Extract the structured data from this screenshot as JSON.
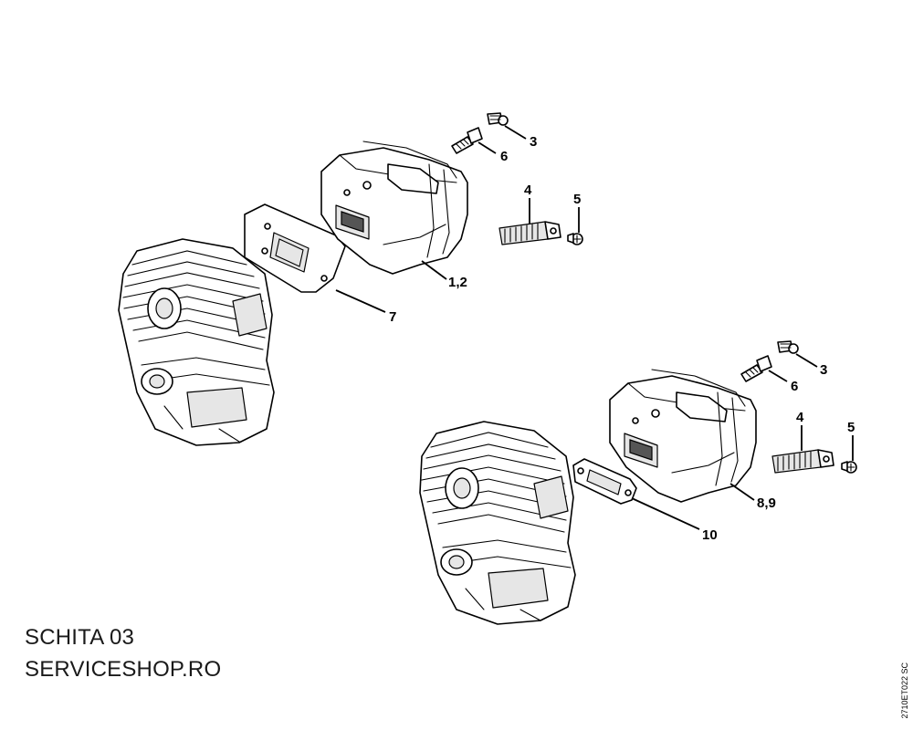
{
  "caption": {
    "line1": "SCHITA 03",
    "line2": "SERVICESHOP.RO"
  },
  "drawing_code": "2710ET022 SC",
  "callouts": {
    "upper": {
      "screw_3": "3",
      "bolt_6": "6",
      "spark_arresting_4": "4",
      "screw_5": "5",
      "muffler_1_2": "1,2",
      "gasket_7": "7"
    },
    "lower": {
      "screw_3": "3",
      "bolt_6": "6",
      "spark_arresting_4": "4",
      "screw_5": "5",
      "muffler_8_9": "8,9",
      "gasket_10": "10"
    }
  }
}
